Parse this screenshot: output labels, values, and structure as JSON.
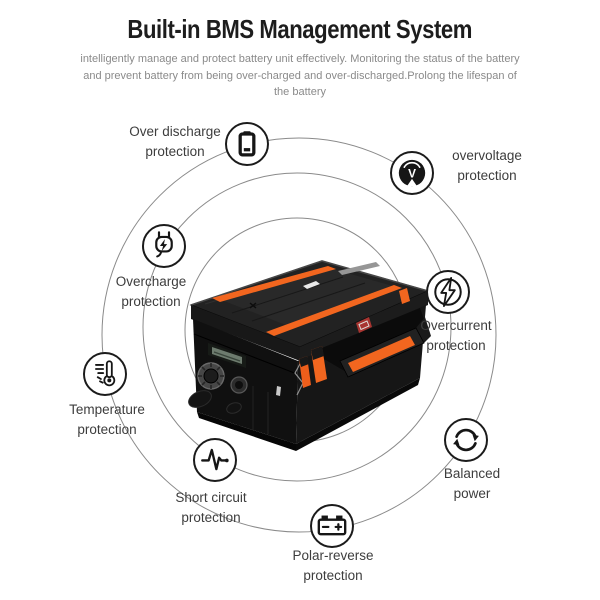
{
  "header": {
    "title": "Built-in BMS Management System",
    "subtitle": "intelligently manage and protect battery unit effectively. Monitoring the status of the battery\nand prevent battery from being over-charged and over-discharged.Prolong the lifespan of\nthe battery"
  },
  "features": [
    {
      "id": "over-discharge",
      "label": "Over discharge\nprotection",
      "icon": "battery-low-icon"
    },
    {
      "id": "overvoltage",
      "label": "overvoltage\nprotection",
      "icon": "voltmeter-icon"
    },
    {
      "id": "overcharge",
      "label": "Overcharge\nprotection",
      "icon": "charging-plug-icon"
    },
    {
      "id": "overcurrent",
      "label": "Overcurrent\nprotection",
      "icon": "lightning-icon"
    },
    {
      "id": "temperature",
      "label": "Temperature\nprotection",
      "icon": "thermometer-icon"
    },
    {
      "id": "balanced-power",
      "label": "Balanced\npower",
      "icon": "cycle-arrows-icon"
    },
    {
      "id": "short-circuit",
      "label": "Short circuit\nprotection",
      "icon": "pulse-icon"
    },
    {
      "id": "polar-reverse",
      "label": "Polar-reverse\nprotection",
      "icon": "car-battery-icon"
    }
  ],
  "product": {
    "description": "Black hard-case portable battery with orange stripes, latches, LCD panel, round connector and carry handle",
    "accent_color": "#f2661f"
  },
  "colors": {
    "title": "#1d1d1d",
    "subtitle": "#8a8a8a",
    "label": "#3d3d3d",
    "orbit_line": "#8a8a8a",
    "icon_stroke": "#161616",
    "accent": "#f2661f"
  }
}
